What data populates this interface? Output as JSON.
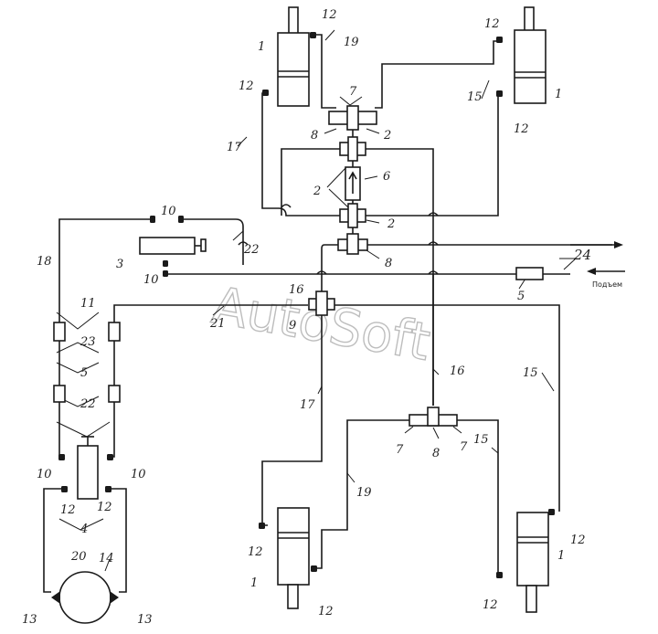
{
  "watermark": "AutoSoft",
  "arrow_text": "Подъем",
  "labels": {
    "n1": "1",
    "n2": "2",
    "n3": "3",
    "n4": "4",
    "n5": "5",
    "n6": "6",
    "n7": "7",
    "n8": "8",
    "n9": "9",
    "n10": "10",
    "n11": "11",
    "n12": "12",
    "n13": "13",
    "n14": "14",
    "n15": "15",
    "n16": "16",
    "n17": "17",
    "n18": "18",
    "n19": "19",
    "n20": "20",
    "n21": "21",
    "n22": "22",
    "n23": "23",
    "n24": "24"
  }
}
